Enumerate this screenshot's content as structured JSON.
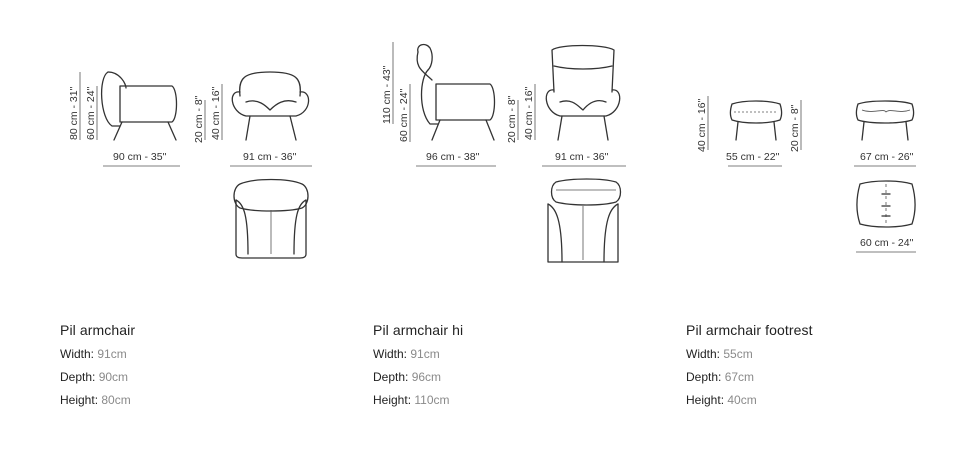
{
  "products": [
    {
      "name": "Pil armchair",
      "specs": [
        {
          "label": "Width:",
          "value": "91cm"
        },
        {
          "label": "Depth:",
          "value": "90cm"
        },
        {
          "label": "Height:",
          "value": "80cm"
        }
      ],
      "dims": {
        "height_total": "80 cm - 31\"",
        "seat_height": "60 cm - 24\"",
        "depth": "90 cm - 35\"",
        "arm_h1": "20 cm - 8\"",
        "arm_h2": "40 cm - 16\"",
        "width": "91 cm -  36\""
      }
    },
    {
      "name": "Pil armchair hi",
      "specs": [
        {
          "label": "Width:",
          "value": "91cm"
        },
        {
          "label": "Depth:",
          "value": "96cm"
        },
        {
          "label": "Height:",
          "value": "110cm"
        }
      ],
      "dims": {
        "height_total": "110 cm - 43\"",
        "seat_height": "60 cm - 24\"",
        "depth": "96 cm - 38\"",
        "arm_h1": "20 cm - 8\"",
        "arm_h2": "40 cm - 16\"",
        "width": "91 cm - 36\""
      }
    },
    {
      "name": "Pil armchair footrest",
      "specs": [
        {
          "label": "Width:",
          "value": "55cm"
        },
        {
          "label": "Depth:",
          "value": "67cm"
        },
        {
          "label": "Height:",
          "value": "40cm"
        }
      ],
      "dims": {
        "height": "40 cm - 16\"",
        "width": "55 cm - 22\"",
        "side_h": "20 cm - 8\"",
        "depth": "67 cm - 26\"",
        "top_w": "60 cm - 24\""
      }
    }
  ]
}
